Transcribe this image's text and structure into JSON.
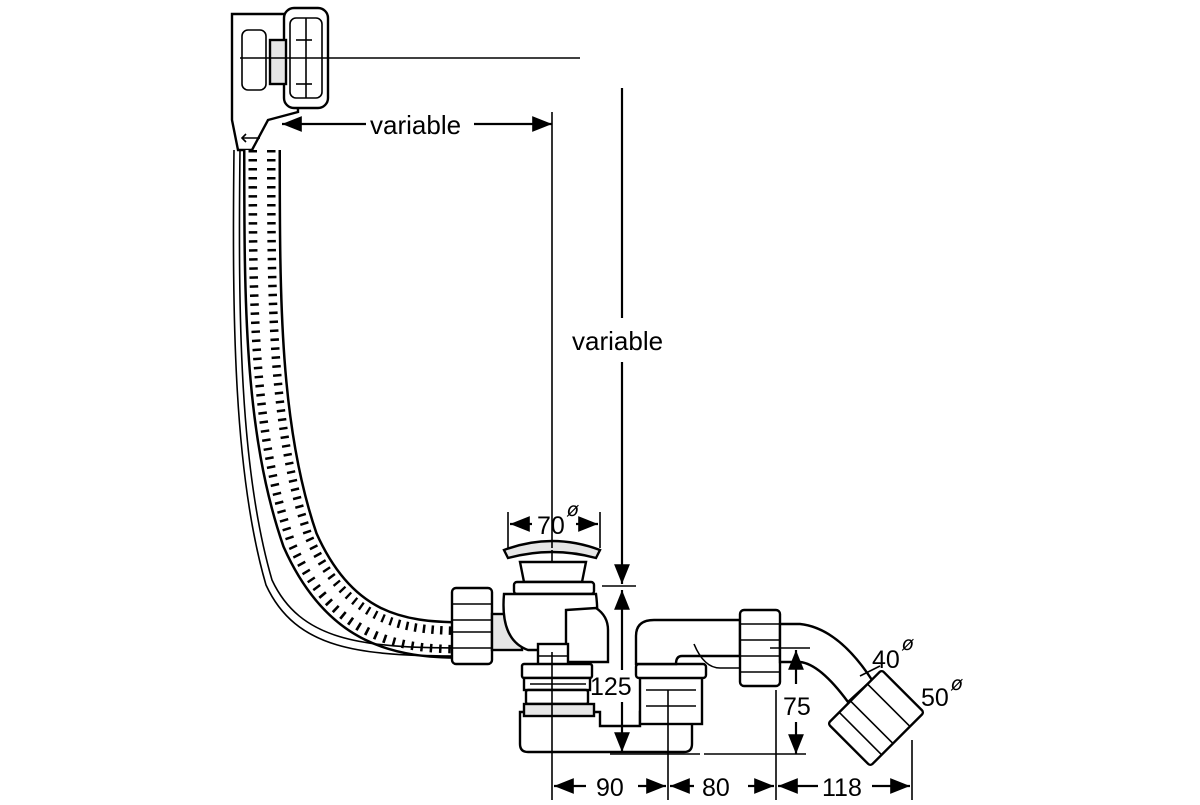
{
  "labels": {
    "variable_horizontal": "variable",
    "variable_vertical": "variable",
    "drain_diameter": "70",
    "height_125": "125",
    "height_75": "75",
    "outlet_diameter_40": "40",
    "outlet_diameter_50": "50",
    "length_90": "90",
    "length_80": "80",
    "length_118": "118"
  },
  "diameter_symbol": "ø",
  "colors": {
    "line": "#000000",
    "fill": "#ffffff",
    "shade": "#e6e6e6"
  }
}
